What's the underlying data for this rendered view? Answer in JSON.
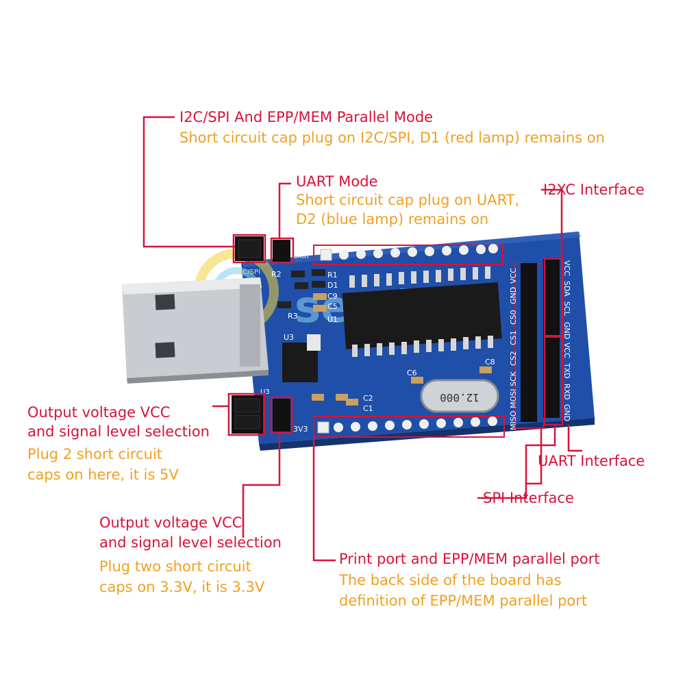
{
  "colors": {
    "callout_red": "#d8123a",
    "callout_orange": "#f0a020",
    "pcb_blue": "#1f4fa8",
    "usb_silver": "#c9ccd0",
    "chip_black": "#1a1a1a"
  },
  "callouts": {
    "i2c_spi_mode": {
      "title": "I2C/SPI And EPP/MEM Parallel Mode",
      "desc": "Short circuit cap plug on I2C/SPI, D1 (red lamp) remains on"
    },
    "uart_mode": {
      "title": "UART Mode",
      "desc_line1": "Short circuit cap plug on UART,",
      "desc_line2": "D2 (blue lamp) remains on"
    },
    "i2xc_interface": {
      "title": "I2XC  Interface"
    },
    "vcc_5v": {
      "title_line1": "Output voltage VCC",
      "title_line2": "and signal level selection",
      "desc_line1": "Plug 2 short circuit",
      "desc_line2": "caps on here, it is 5V"
    },
    "uart_interface": {
      "title": "UART  Interface"
    },
    "spi_interface": {
      "title": "SPI Interface"
    },
    "vcc_3v3": {
      "title_line1": "Output voltage VCC",
      "title_line2": "and signal level selection",
      "desc_line1": "Plug two short circuit",
      "desc_line2": "caps on 3.3V, it is 3.3V"
    },
    "parallel_port": {
      "title": "Print port and EPP/MEM parallel port",
      "desc_line1": "The back side of the board has",
      "desc_line2": "definition of EPP/MEM parallel port"
    }
  },
  "board": {
    "silk_i2c_spi": "I2C/SPI",
    "silk_uart": "UART",
    "silk_r2": "R2",
    "silk_r1": "R1",
    "silk_d1": "D1",
    "silk_c9": "C9",
    "silk_c5": "C5",
    "silk_r3": "R3",
    "silk_u1": "U1",
    "silk_u3": "U3",
    "silk_u3b": "U3",
    "silk_c6": "C6",
    "silk_c8": "C8",
    "silk_c2": "C2",
    "silk_c1": "C1",
    "silk_3v3": "3V3",
    "crystal": "12.000",
    "watermark": "semito",
    "left_header_pins": [
      "MISO",
      "MOSI",
      "SCK",
      "CS2",
      "CS1",
      "CS0",
      "GND",
      "VCC"
    ],
    "right_header_pins": [
      "GND",
      "RXD",
      "TXD",
      "VCC",
      "GND",
      "SCL",
      "SDA",
      "VCC"
    ]
  }
}
